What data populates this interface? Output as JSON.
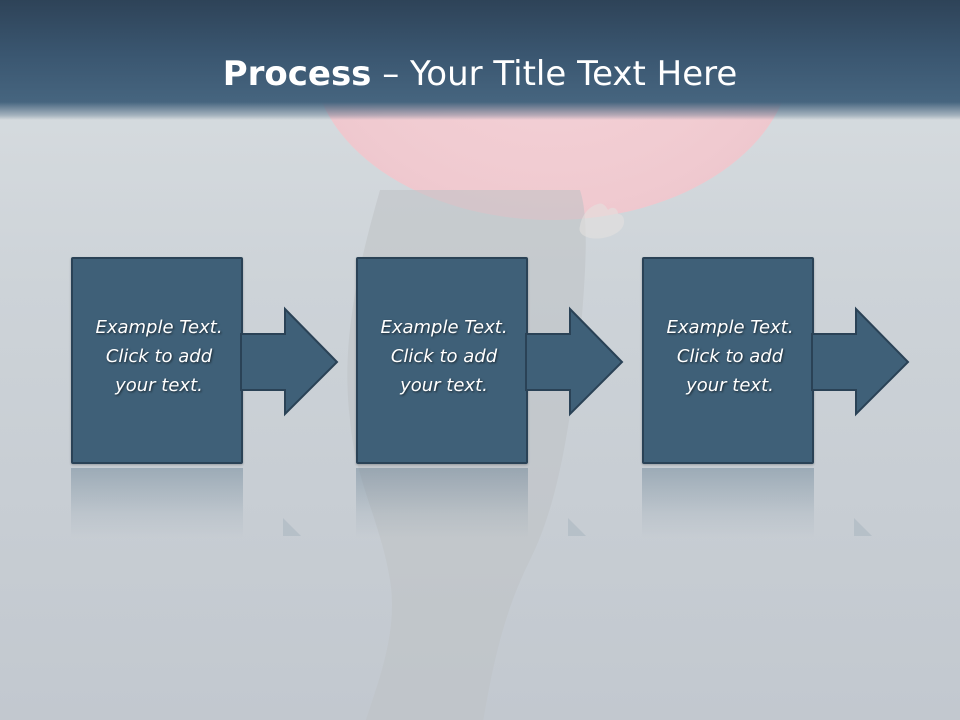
{
  "slide": {
    "title_bold": "Process",
    "title_rest": " – Your Title Text Here"
  },
  "steps": [
    {
      "line1": "Example Text.",
      "line2": "Click  to add",
      "line3": "your text."
    },
    {
      "line1": "Example Text.",
      "line2": "Click  to add",
      "line3": "your text."
    },
    {
      "line1": "Example Text.",
      "line2": "Click  to add",
      "line3": "your text."
    }
  ],
  "colors": {
    "header": "#3a5670",
    "box_fill": "#3f6078",
    "box_border": "#2a4256",
    "text": "#ffffff",
    "background": "#cdd3d8",
    "ball": "#f2cad0"
  }
}
